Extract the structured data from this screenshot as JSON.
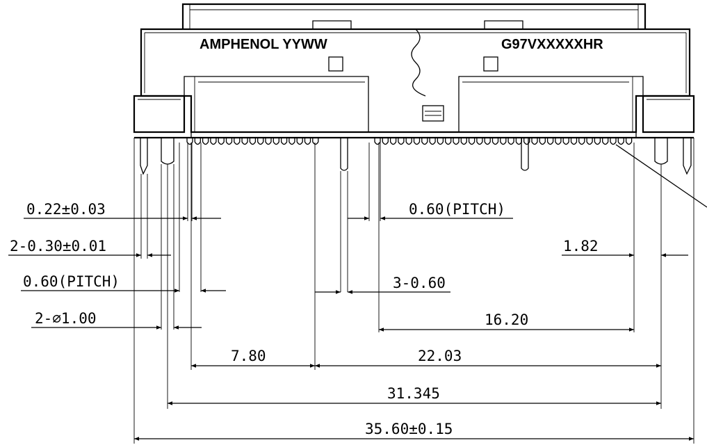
{
  "markings": {
    "maker_code": "AMPHENOL YYWW",
    "part_code": "G97VXXXXXHR"
  },
  "dimensions": {
    "d_022": "0.22±0.03",
    "d_030": "2-0.30±0.01",
    "d_pitch_left": "0.60(PITCH)",
    "d_dia": "2-∅1.00",
    "d_pitch_right": "0.60(PITCH)",
    "d_182": "1.82",
    "d_3_060": "3-0.60",
    "d_1620": "16.20",
    "d_780": "7.80",
    "d_2203": "22.03",
    "d_31345": "31.345",
    "d_3560": "35.60±0.15"
  },
  "colors": {
    "line": "#000000",
    "background": "#ffffff"
  }
}
